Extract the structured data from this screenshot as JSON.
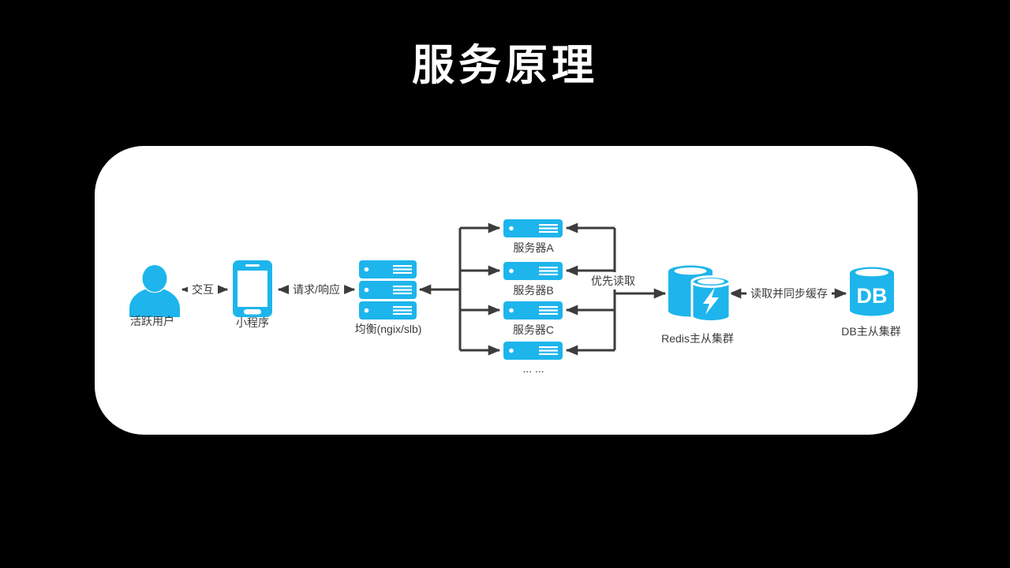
{
  "title": "服务原理",
  "colors": {
    "accent": "#1db5ec",
    "line": "#3c3c3c",
    "card_background": "#ffffff",
    "page_background": "#000000",
    "label_text": "#3b3b3b"
  },
  "nodes": {
    "user": {
      "label": "活跃用户"
    },
    "mini_program": {
      "label": "小程序"
    },
    "load_balancer": {
      "label": "均衡(ngix/slb)"
    },
    "servers": [
      {
        "label": "服务器A"
      },
      {
        "label": "服务器B"
      },
      {
        "label": "服务器C"
      },
      {
        "label": "... ..."
      }
    ],
    "redis": {
      "label": "Redis主从集群"
    },
    "db": {
      "label": "DB主从集群",
      "icon_text": "DB"
    }
  },
  "edges": {
    "user_mini_program": {
      "label": "交互"
    },
    "mini_program_load_balancer": {
      "label": "请求/响应"
    },
    "servers_redis": {
      "label": "优先读取"
    },
    "redis_db": {
      "label": "读取并同步缓存"
    }
  }
}
